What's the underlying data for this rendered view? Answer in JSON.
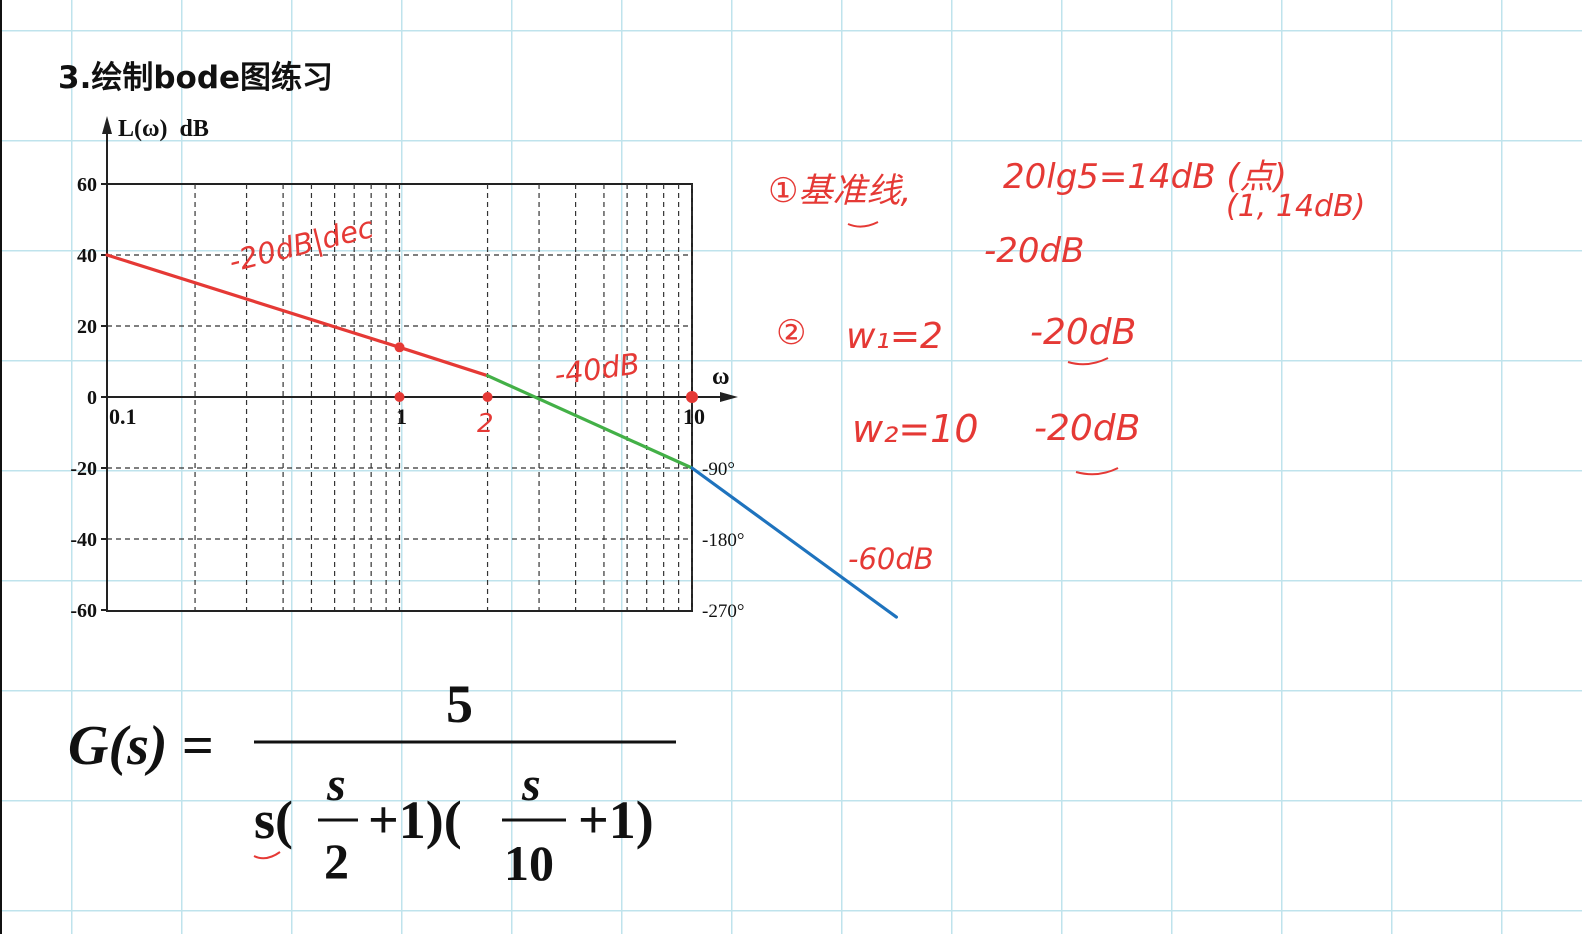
{
  "page": {
    "title": "3.绘制bode图练习"
  },
  "chart_data": {
    "type": "line",
    "ylabel": "L(ω)  dB",
    "xlabel": "ω",
    "x_scale": "log",
    "xlim": [
      0.1,
      10
    ],
    "ylim": [
      -60,
      60
    ],
    "y_ticks": [
      "60",
      "40",
      "20",
      "0",
      "-20",
      "-40",
      "-60"
    ],
    "x_ticks": [
      "0.1",
      "1",
      "10"
    ],
    "phase_ticks": [
      "-90°",
      "-180°",
      "-270°"
    ],
    "grid": true,
    "series": [
      {
        "color": "#e53935",
        "points": [
          [
            0.1,
            40
          ],
          [
            1,
            14
          ],
          [
            2,
            6
          ]
        ]
      },
      {
        "color": "#43b047",
        "points": [
          [
            2,
            6
          ],
          [
            10,
            -20
          ]
        ]
      },
      {
        "color": "#1e73be",
        "points": [
          [
            10,
            -20
          ],
          [
            50,
            -62
          ]
        ]
      }
    ],
    "marked_points": [
      {
        "x": 1,
        "y": 14
      },
      {
        "x": 1,
        "y": 0
      },
      {
        "x": 2,
        "y": 0
      },
      {
        "x": 10,
        "y": 0
      }
    ],
    "annotations": {
      "slope1": "-20dB|dec",
      "slope2": "-40dB",
      "slope3": "-60dB",
      "corner_label": "2"
    }
  },
  "notes": {
    "line1a": "①基准线,",
    "line1b": "20lg5=14dB (点)",
    "line1c": "(1, 14dB)",
    "line1d": "-20dB",
    "line2a": "②",
    "line2b": "w₁=2",
    "line2c": "-20dB",
    "line3a": "w₂=10",
    "line3b": "-20dB"
  },
  "formula": {
    "lhs": "G(s) =",
    "numerator": "5",
    "den_s": "s(",
    "frac1_num": "s",
    "frac1_den": "2",
    "plus1": "+1)(",
    "frac2_num": "s",
    "frac2_den": "10",
    "plus2": "+1)"
  },
  "colors": {
    "ink_red": "#e53935",
    "green": "#43b047",
    "blue": "#1e73be",
    "grid": "#bfe3ec"
  }
}
